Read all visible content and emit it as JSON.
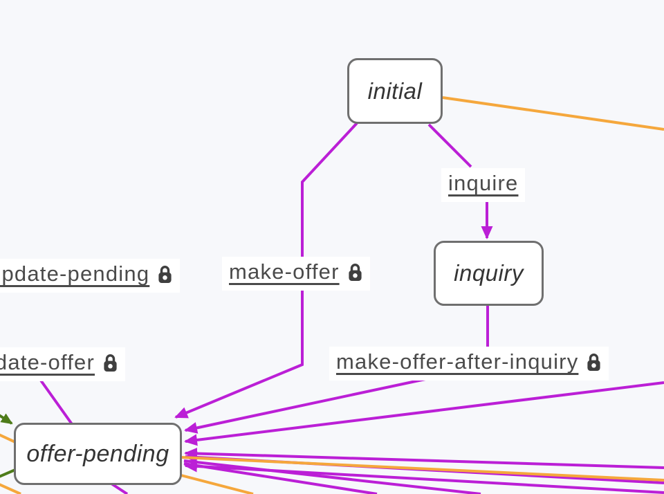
{
  "canvas": {
    "background": "#f7f8fb"
  },
  "colors": {
    "transition_edge": "#bb1fd6",
    "alt_edge": "#f5a73c",
    "guard_edge": "#4e7c1a",
    "node_border": "#6f6f6f",
    "node_text": "#343434",
    "label_text": "#4a4a4a",
    "label_bg": "#ffffff",
    "lock_icon": "#3f3f3f"
  },
  "nodes": [
    {
      "id": "initial",
      "label": "initial"
    },
    {
      "id": "inquiry",
      "label": "inquiry"
    },
    {
      "id": "offer-pending",
      "label": "offer-pending"
    }
  ],
  "edge_labels": [
    {
      "id": "inquire",
      "label": "inquire",
      "locked": false
    },
    {
      "id": "update-pending",
      "label": "update-pending",
      "locked": true
    },
    {
      "id": "make-offer",
      "label": "make-offer",
      "locked": true
    },
    {
      "id": "update-offer",
      "label": "update-offer",
      "locked": true
    },
    {
      "id": "make-offer-after-inquiry",
      "label": "make-offer-after-inquiry",
      "locked": true
    }
  ]
}
